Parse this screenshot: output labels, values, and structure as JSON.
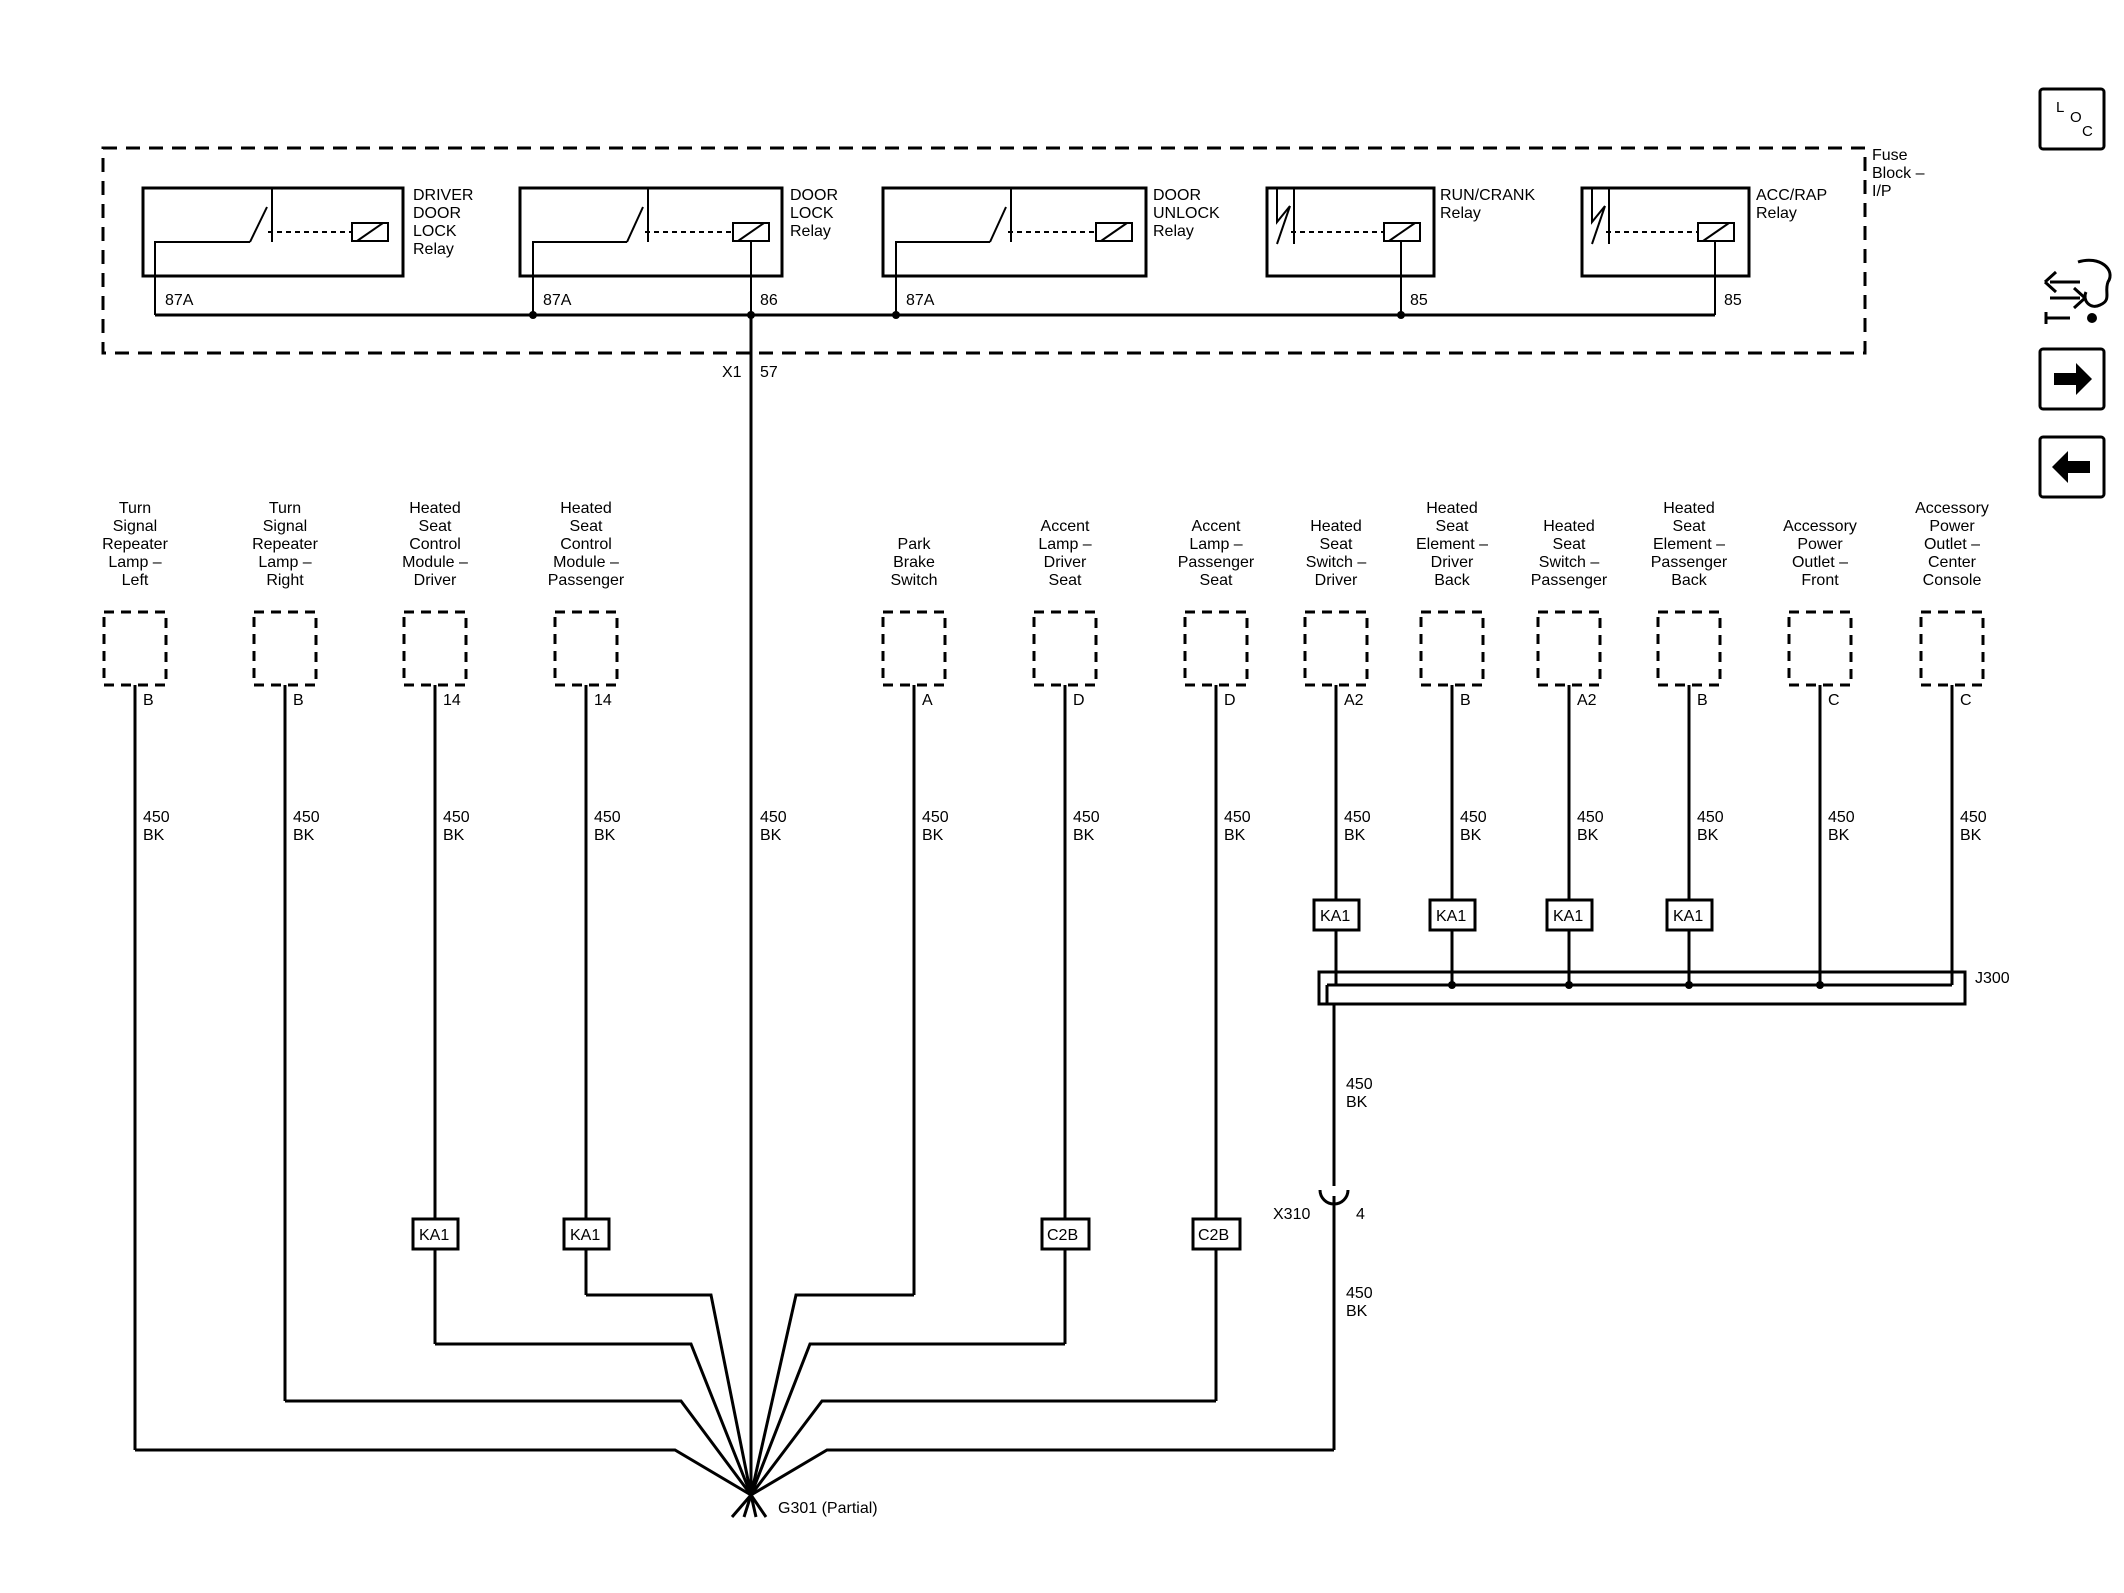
{
  "fuse_block": {
    "label": [
      "Fuse",
      "Block –",
      "I/P"
    ]
  },
  "relays": [
    {
      "name": [
        "DRIVER",
        "DOOR",
        "LOCK",
        "Relay"
      ],
      "pins": [
        "87A"
      ]
    },
    {
      "name": [
        "DOOR",
        "LOCK",
        "Relay"
      ],
      "pins": [
        "87A",
        "86"
      ]
    },
    {
      "name": [
        "DOOR",
        "UNLOCK",
        "Relay"
      ],
      "pins": [
        "87A"
      ]
    },
    {
      "name": [
        "RUN/CRANK",
        "Relay"
      ],
      "pins": [
        "85"
      ]
    },
    {
      "name": [
        "ACC/RAP",
        "Relay"
      ],
      "pins": [
        "85"
      ]
    }
  ],
  "fuse_block_connector": {
    "name": "X1",
    "pin": "57"
  },
  "components": [
    {
      "name": [
        "Turn",
        "Signal",
        "Repeater",
        "Lamp –",
        "Left"
      ],
      "pin": "B"
    },
    {
      "name": [
        "Turn",
        "Signal",
        "Repeater",
        "Lamp –",
        "Right"
      ],
      "pin": "B"
    },
    {
      "name": [
        "Heated",
        "Seat",
        "Control",
        "Module –",
        "Driver"
      ],
      "pin": "14"
    },
    {
      "name": [
        "Heated",
        "Seat",
        "Control",
        "Module –",
        "Passenger"
      ],
      "pin": "14"
    },
    {
      "name": [
        "Park",
        "Brake",
        "Switch"
      ],
      "pin": "A"
    },
    {
      "name": [
        "Accent",
        "Lamp –",
        "Driver",
        "Seat"
      ],
      "pin": "D"
    },
    {
      "name": [
        "Accent",
        "Lamp –",
        "Passenger",
        "Seat"
      ],
      "pin": "D"
    },
    {
      "name": [
        "Heated",
        "Seat",
        "Switch –",
        "Driver"
      ],
      "pin": "A2"
    },
    {
      "name": [
        "Heated",
        "Seat",
        "Element –",
        "Driver",
        "Back"
      ],
      "pin": "B"
    },
    {
      "name": [
        "Heated",
        "Seat",
        "Switch –",
        "Passenger"
      ],
      "pin": "A2"
    },
    {
      "name": [
        "Heated",
        "Seat",
        "Element –",
        "Passenger",
        "Back"
      ],
      "pin": "B"
    },
    {
      "name": [
        "Accessory",
        "Power",
        "Outlet –",
        "Front"
      ],
      "pin": "C"
    },
    {
      "name": [
        "Accessory",
        "Power",
        "Outlet –",
        "Center",
        "Console"
      ],
      "pin": "C"
    }
  ],
  "wire": {
    "circuit": "450",
    "color": "BK"
  },
  "harness_tags": {
    "ka1": "KA1",
    "c2b": "C2B"
  },
  "splice": {
    "name": "J300"
  },
  "inline_connector": {
    "name": "X310",
    "pin": "4"
  },
  "ground": {
    "name": "G301 (Partial)"
  },
  "nav": {
    "loc_l": "L",
    "loc_o": "O",
    "loc_c": "C"
  },
  "icons": [
    "loc-icon",
    "component-locator-icon",
    "next-page-icon",
    "previous-page-icon"
  ]
}
